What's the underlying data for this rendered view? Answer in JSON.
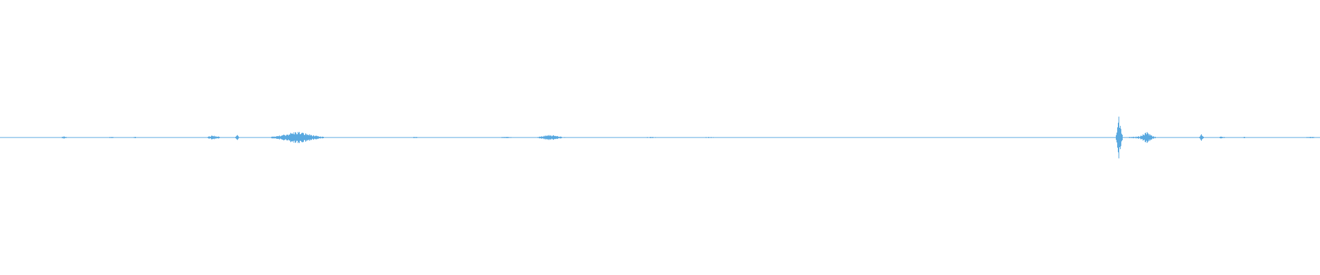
{
  "waveform": {
    "color": "#5aa9e0",
    "baseline_amplitude": 0.006,
    "segments": [
      {
        "start": 0.045,
        "end": 0.052,
        "amplitude": 0.055
      },
      {
        "start": 0.08,
        "end": 0.088,
        "amplitude": 0.035
      },
      {
        "start": 0.1,
        "end": 0.104,
        "amplitude": 0.03
      },
      {
        "start": 0.155,
        "end": 0.168,
        "amplitude": 0.1
      },
      {
        "start": 0.178,
        "end": 0.181,
        "amplitude": 0.17
      },
      {
        "start": 0.205,
        "end": 0.245,
        "amplitude": 0.26
      },
      {
        "start": 0.31,
        "end": 0.318,
        "amplitude": 0.035
      },
      {
        "start": 0.375,
        "end": 0.392,
        "amplitude": 0.03
      },
      {
        "start": 0.405,
        "end": 0.428,
        "amplitude": 0.12
      },
      {
        "start": 0.48,
        "end": 0.505,
        "amplitude": 0.025
      },
      {
        "start": 0.525,
        "end": 0.548,
        "amplitude": 0.025
      },
      {
        "start": 0.845,
        "end": 0.85,
        "amplitude": 0.9
      },
      {
        "start": 0.85,
        "end": 0.875,
        "amplitude": 0.05
      },
      {
        "start": 0.862,
        "end": 0.875,
        "amplitude": 0.25
      },
      {
        "start": 0.908,
        "end": 0.912,
        "amplitude": 0.15
      },
      {
        "start": 0.92,
        "end": 0.93,
        "amplitude": 0.04
      },
      {
        "start": 0.94,
        "end": 0.945,
        "amplitude": 0.03
      },
      {
        "start": 0.985,
        "end": 1.0,
        "amplitude": 0.03
      }
    ]
  }
}
